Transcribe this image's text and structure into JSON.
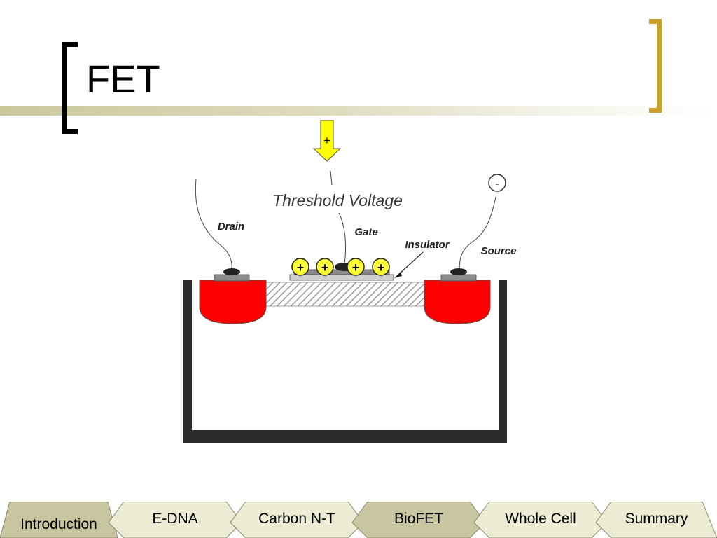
{
  "slide": {
    "title": "FET"
  },
  "diagram": {
    "applied_voltage_label": "+",
    "threshold_label": "Threshold Voltage",
    "drain_label": "Drain",
    "gate_label": "Gate",
    "insulator_label": "Insulator",
    "source_label": "Source",
    "source_terminal_label": "-",
    "charge_labels": [
      "+",
      "+",
      "+",
      "+"
    ],
    "colors": {
      "arrow": "#ffff00",
      "doped_region": "#ff0000",
      "charge": "#ffff33",
      "substrate": "#2b2b2b"
    }
  },
  "nav": {
    "tabs": [
      {
        "label": "Introduction",
        "active": true
      },
      {
        "label": "E-DNA",
        "active": false
      },
      {
        "label": "Carbon N-T",
        "active": false
      },
      {
        "label": "BioFET",
        "active": true
      },
      {
        "label": "Whole Cell",
        "active": false
      },
      {
        "label": "Summary",
        "active": false
      }
    ]
  }
}
